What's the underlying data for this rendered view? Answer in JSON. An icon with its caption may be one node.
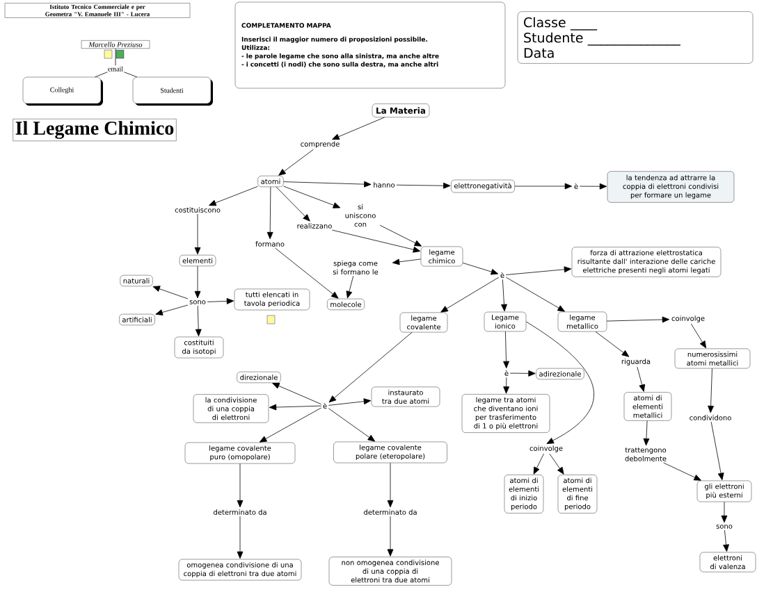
{
  "diagram": {
    "title": "Il Legame Chimico",
    "nodes": [
      {
        "text": [
          "Istituto Tecnico Commerciale e per Geometra \"V. Emanuele III\" - Lucera"
        ]
      },
      {
        "text": [
          "Marcello Preziuso"
        ]
      },
      {
        "text": [
          "email"
        ]
      },
      {
        "text": [
          "Colleghi"
        ]
      },
      {
        "text": [
          "Studenti"
        ]
      },
      {
        "text": [
          "COMPLETAMENTO MAPPA",
          "Inserisci il maggior numero di proposizioni possibile.",
          "Utilizza:",
          "- le parole legame che sono alla sinistra, ma anche altre",
          "- i concetti (i nodi) che sono sulla destra, ma anche altri"
        ]
      },
      {
        "text": [
          "Classe ____",
          "Studente ______________",
          "Data"
        ]
      },
      {
        "text": [
          "La Materia"
        ]
      },
      {
        "text": [
          "comprende"
        ]
      },
      {
        "text": [
          "atomi"
        ]
      },
      {
        "text": [
          "hanno"
        ]
      },
      {
        "text": [
          "elettronegatività"
        ]
      },
      {
        "text": [
          "è"
        ]
      },
      {
        "text": [
          "la tendenza ad attrarre la coppia di elettroni condivisi per formare un legame"
        ]
      },
      {
        "text": [
          "costituiscono"
        ]
      },
      {
        "text": [
          "si uniscono con"
        ]
      },
      {
        "text": [
          "realizzano"
        ]
      },
      {
        "text": [
          "formano"
        ]
      },
      {
        "text": [
          "elementi"
        ]
      },
      {
        "text": [
          "legame chimico"
        ]
      },
      {
        "text": [
          "spiega come si formano le"
        ]
      },
      {
        "text": [
          "forza di attrazione elettrostatica risultante dall' interazione delle cariche elettriche presenti negli atomi legati"
        ]
      },
      {
        "text": [
          "è"
        ]
      },
      {
        "text": [
          "naturali"
        ]
      },
      {
        "text": [
          "sono"
        ]
      },
      {
        "text": [
          "tutti elencati in tavola periodica"
        ]
      },
      {
        "text": [
          "molecole"
        ]
      },
      {
        "text": [
          "artificiali"
        ]
      },
      {
        "text": [
          "legame covalente"
        ]
      },
      {
        "text": [
          "Legame ionico"
        ]
      },
      {
        "text": [
          "legame metallico"
        ]
      },
      {
        "text": [
          "coinvolge"
        ]
      },
      {
        "text": [
          "costituiti da isotopi"
        ]
      },
      {
        "text": [
          "riguarda"
        ]
      },
      {
        "text": [
          "numerosissimi atomi metallici"
        ]
      },
      {
        "text": [
          "è"
        ]
      },
      {
        "text": [
          "adirezionale"
        ]
      },
      {
        "text": [
          "direzionale"
        ]
      },
      {
        "text": [
          "instaurato tra due atomi"
        ]
      },
      {
        "text": [
          "la condivisione di una coppia di elettroni"
        ]
      },
      {
        "text": [
          "è"
        ]
      },
      {
        "text": [
          "atomi di elementi metallici"
        ]
      },
      {
        "text": [
          "legame tra atomi che diventano ioni per trasferimento di 1 o più elettroni"
        ]
      },
      {
        "text": [
          "condividono"
        ]
      },
      {
        "text": [
          "legame covalente puro (omopolare)"
        ]
      },
      {
        "text": [
          "legame covalente polare (eteropolare)"
        ]
      },
      {
        "text": [
          "coinvolge"
        ]
      },
      {
        "text": [
          "trattengono debolmente"
        ]
      },
      {
        "text": [
          "atomi di elementi di inizio periodo"
        ]
      },
      {
        "text": [
          "atomi di elementi di fine periodo"
        ]
      },
      {
        "text": [
          "gli elettroni più esterni"
        ]
      },
      {
        "text": [
          "determinato da"
        ]
      },
      {
        "text": [
          "determinato da"
        ]
      },
      {
        "text": [
          "sono"
        ]
      },
      {
        "text": [
          "omogenea condivisione di una coppia di elettroni tra due atomi"
        ]
      },
      {
        "text": [
          "non omogenea condivisione di una coppia di elettroni tra due atomi"
        ]
      },
      {
        "text": [
          "elettroni di valenza"
        ]
      }
    ],
    "edges": [
      {
        "from": 1,
        "to": 2,
        "arrow": "none"
      },
      {
        "from": 2,
        "to": 3,
        "arrow": "none"
      },
      {
        "from": 2,
        "to": 4,
        "arrow": "none"
      },
      {
        "from": 7,
        "to": 8,
        "arrow": "to"
      },
      {
        "from": 8,
        "to": 9,
        "arrow": "to"
      },
      {
        "from": 9,
        "to": 10,
        "arrow": "to"
      },
      {
        "from": 10,
        "to": 11,
        "arrow": "to"
      },
      {
        "from": 11,
        "to": 12,
        "arrow": "to"
      },
      {
        "from": 12,
        "to": 13,
        "arrow": "to"
      },
      {
        "from": 9,
        "to": 14,
        "arrow": "to"
      },
      {
        "from": 9,
        "to": 15,
        "arrow": "to"
      },
      {
        "from": 9,
        "to": 16,
        "arrow": "to"
      },
      {
        "from": 9,
        "to": 17,
        "arrow": "to"
      },
      {
        "from": 14,
        "to": 18,
        "arrow": "to"
      },
      {
        "from": 15,
        "to": 19,
        "arrow": "to"
      },
      {
        "from": 16,
        "to": 19,
        "arrow": "to"
      },
      {
        "from": 17,
        "to": 26,
        "arrow": "to"
      },
      {
        "from": 19,
        "to": 20,
        "arrow": "to"
      },
      {
        "from": 20,
        "to": 26,
        "arrow": "to"
      },
      {
        "from": 19,
        "to": 22,
        "arrow": "to"
      },
      {
        "from": 22,
        "to": 21,
        "arrow": "to"
      },
      {
        "from": 18,
        "to": 24,
        "arrow": "to"
      },
      {
        "from": 24,
        "to": 23,
        "arrow": "to"
      },
      {
        "from": 24,
        "to": 27,
        "arrow": "to"
      },
      {
        "from": 24,
        "to": 25,
        "arrow": "to"
      },
      {
        "from": 24,
        "to": 32,
        "arrow": "to"
      },
      {
        "from": 22,
        "to": 28,
        "arrow": "to"
      },
      {
        "from": 22,
        "to": 29,
        "arrow": "to"
      },
      {
        "from": 22,
        "to": 30,
        "arrow": "to"
      },
      {
        "from": 28,
        "to": 40,
        "arrow": "to"
      },
      {
        "from": 29,
        "to": 35,
        "arrow": "to"
      },
      {
        "from": 29,
        "to": 46,
        "arrow": "to"
      },
      {
        "from": 35,
        "to": 36,
        "arrow": "to"
      },
      {
        "from": 35,
        "to": 42,
        "arrow": "to"
      },
      {
        "from": 30,
        "to": 31,
        "arrow": "to"
      },
      {
        "from": 31,
        "to": 34,
        "arrow": "to"
      },
      {
        "from": 30,
        "to": 33,
        "arrow": "to"
      },
      {
        "from": 33,
        "to": 41,
        "arrow": "to"
      },
      {
        "from": 34,
        "to": 43,
        "arrow": "to"
      },
      {
        "from": 43,
        "to": 50,
        "arrow": "to"
      },
      {
        "from": 41,
        "to": 47,
        "arrow": "to"
      },
      {
        "from": 47,
        "to": 50,
        "arrow": "to"
      },
      {
        "from": 50,
        "to": 53,
        "arrow": "to"
      },
      {
        "from": 53,
        "to": 56,
        "arrow": "to"
      },
      {
        "from": 40,
        "to": 37,
        "arrow": "to"
      },
      {
        "from": 40,
        "to": 39,
        "arrow": "to"
      },
      {
        "from": 40,
        "to": 38,
        "arrow": "to"
      },
      {
        "from": 40,
        "to": 44,
        "arrow": "to"
      },
      {
        "from": 40,
        "to": 45,
        "arrow": "to"
      },
      {
        "from": 44,
        "to": 51,
        "arrow": "to"
      },
      {
        "from": 45,
        "to": 52,
        "arrow": "to"
      },
      {
        "from": 51,
        "to": 54,
        "arrow": "to"
      },
      {
        "from": 52,
        "to": 55,
        "arrow": "to"
      },
      {
        "from": 46,
        "to": 48,
        "arrow": "to"
      },
      {
        "from": 46,
        "to": 49,
        "arrow": "to"
      }
    ]
  }
}
